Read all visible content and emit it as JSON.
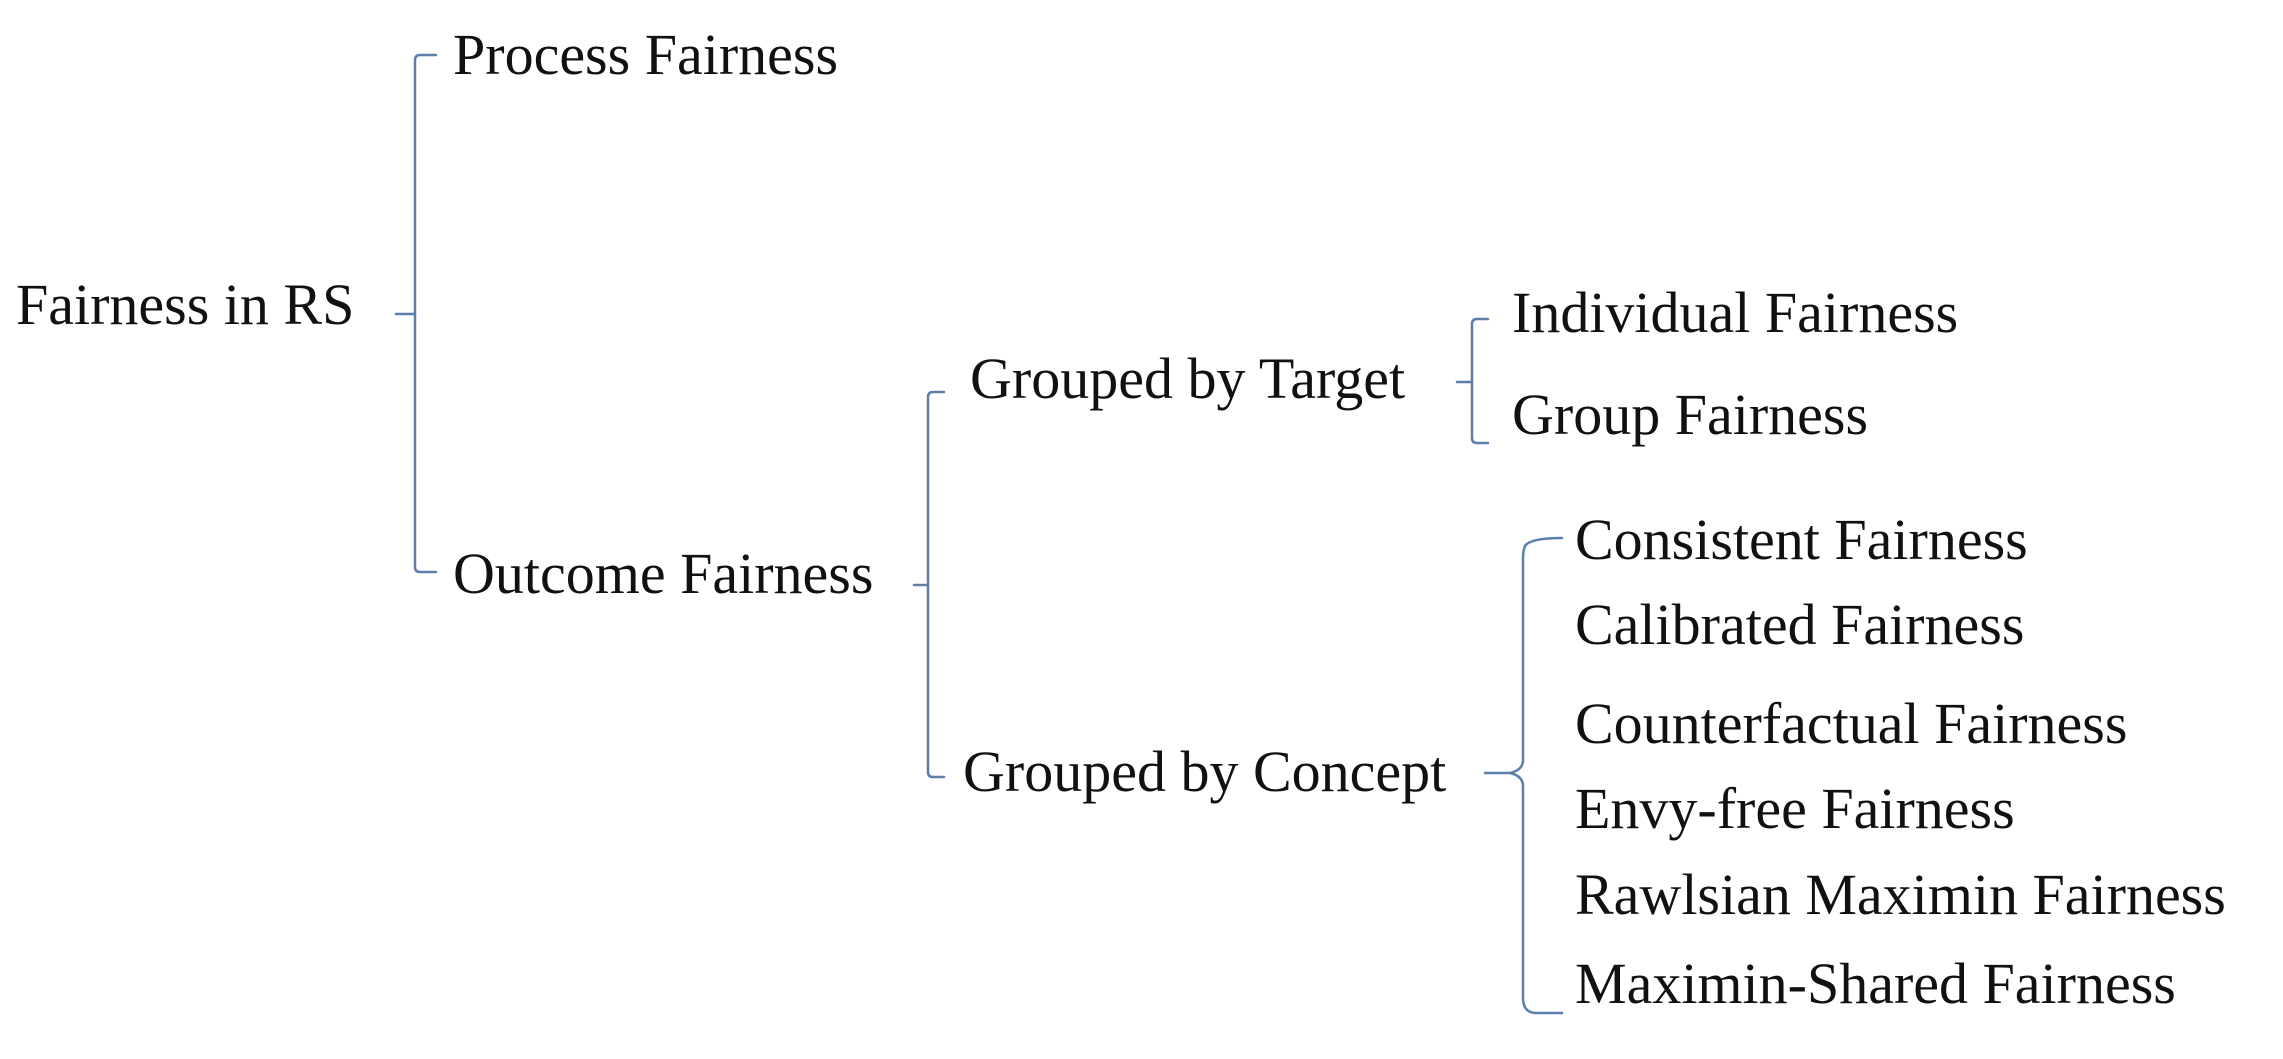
{
  "diagram": {
    "type": "tree",
    "orientation": "left-to-right",
    "connector_color": "#5b7fa9",
    "text_color": "#111111",
    "root": {
      "label": "Fairness in RS",
      "children": [
        {
          "label": "Process Fairness"
        },
        {
          "label": "Outcome Fairness",
          "children": [
            {
              "label": "Grouped by Target",
              "children": [
                {
                  "label": "Individual Fairness"
                },
                {
                  "label": "Group Fairness"
                }
              ]
            },
            {
              "label": "Grouped by Concept",
              "children": [
                {
                  "label": "Consistent Fairness"
                },
                {
                  "label": "Calibrated Fairness"
                },
                {
                  "label": "Counterfactual Fairness"
                },
                {
                  "label": "Envy-free Fairness"
                },
                {
                  "label": "Rawlsian Maximin Fairness"
                },
                {
                  "label": "Maximin-Shared Fairness"
                }
              ]
            }
          ]
        }
      ]
    }
  }
}
